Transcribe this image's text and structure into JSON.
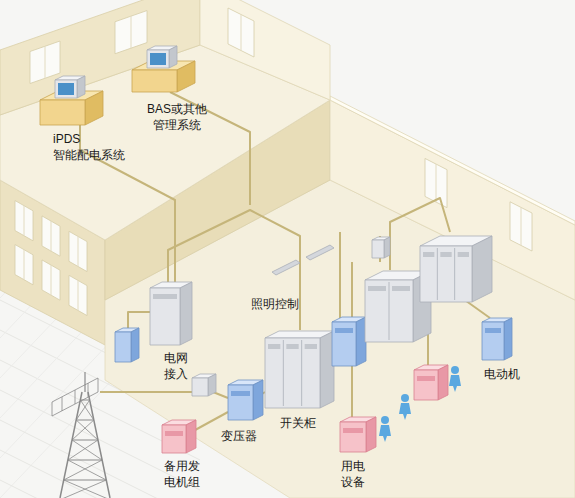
{
  "diagram": {
    "labels": [
      "BAS或其他 管理系统",
      "iPDS 智能配电系统",
      "照明控制",
      "电网 接入",
      "电动机",
      "开关柜",
      "变压器",
      "备用发 电机组",
      "用电 设备"
    ]
  }
}
